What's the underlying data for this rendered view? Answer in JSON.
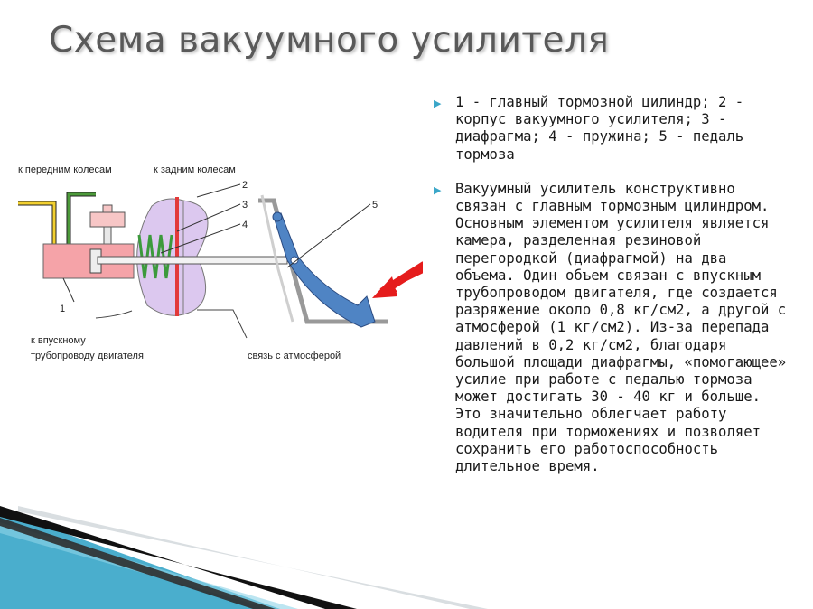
{
  "slide": {
    "title": "Схема вакуумного усилителя",
    "bullets": [
      "1 - главный тормозной цилиндр; 2 - корпус вакуумного усилителя; 3 - диафрагма; 4 - пружина; 5 - педаль тормоза",
      "Вакуумный усилитель конструктивно связан с главным тормозным цилиндром. Основным элементом усилителя является камера, разделенная резиновой перегородкой (диафрагмой) на два объема. Один объем связан с впускным трубопроводом двигателя, где создается разряжение около 0,8 кг/см2, а другой с атмосферой (1 кг/см2). Из-за перепада давлений в 0,2 кг/см2, благодаря большой площади диафрагмы, «помогающее» усилие при работе с педалью тормоза может достигать 30 - 40 кг и больше. Это значительно облегчает работу водителя при торможениях и позволяет сохранить его работоспособность длительное время."
    ],
    "bullet_marker": "▶",
    "accent_color": "#3aa6c8"
  },
  "diagram": {
    "label_front_wheels": "к передним колесам",
    "label_rear_wheels": "к задним колесам",
    "label_intake": "к впускному",
    "label_intake_2": "трубопроводу двигателя",
    "label_atmosphere": "связь с атмосферой",
    "num_1": "1",
    "num_2": "2",
    "num_3": "3",
    "num_4": "4",
    "num_5": "5"
  }
}
